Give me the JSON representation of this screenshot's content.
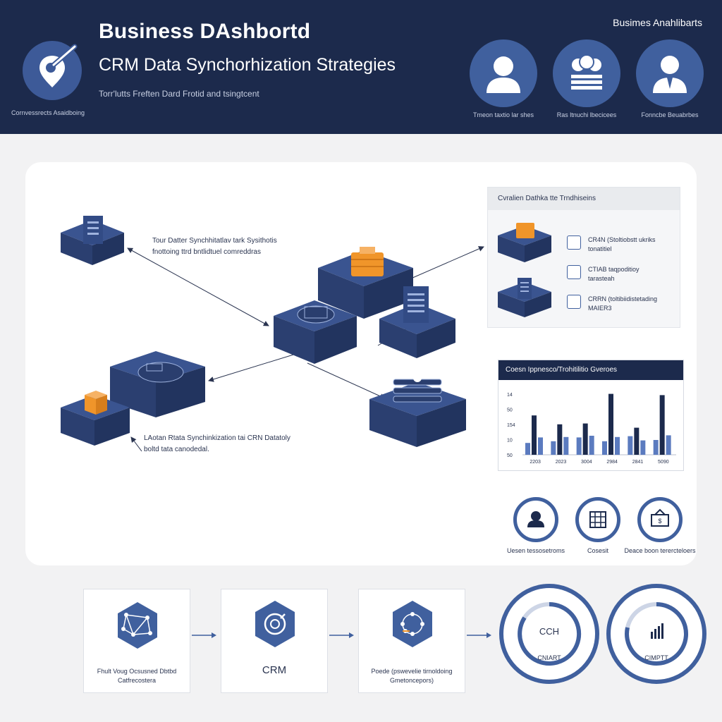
{
  "header": {
    "title": "Business DAshbortd",
    "subtitle": "CRM Data Synchorhization Strategies",
    "tagline": "Torr'lutts Freften Dard Frotid  and tsingtcent",
    "caption": "Cornvessrects Asaidboing",
    "right_title": "Busimes Anahlibarts",
    "personas": [
      {
        "label": "Tmeon taxtio lar shes",
        "icon": "person-icon"
      },
      {
        "label": "Ras ltnuchi lbecicees",
        "icon": "team-icon"
      },
      {
        "label": "Fonncbe Beuabrbes",
        "icon": "executive-icon"
      }
    ]
  },
  "diagram": {
    "annotation_top": [
      "Tour  Datter Synchhitatlav  tark Sysithotis",
      "fnottoing ttrd bntlidtuel comreddras"
    ],
    "annotation_bottom": [
      "LAotan Rtata Synchinkization tai CRN Datatoly",
      "boltd tata canodedal."
    ]
  },
  "mini_card": {
    "title": "Cvralien Dathka tte Trndhiseins",
    "items": [
      {
        "icon": "lightbulb-icon",
        "text": [
          "CR4N (Stoltiobstt ukriks",
          "tonatitiel"
        ]
      },
      {
        "icon": "chart-icon",
        "text": [
          "CTIAB taqpoditioy",
          "tarasteah"
        ]
      },
      {
        "icon": "table-icon",
        "text": [
          "CRRN (toltibiidistetading",
          "MAIER3"
        ]
      }
    ]
  },
  "chart_data": {
    "type": "bar",
    "title": "Coesn  Ippnesco/Trohitilitio  Gveroes",
    "categories": [
      "2203",
      "2023",
      "3004",
      "2984",
      "2841",
      "5090"
    ],
    "series": [
      {
        "name": "",
        "values": [
          10.8,
          11.2,
          12.1,
          11.2,
          12.4,
          11.5
        ]
      },
      {
        "name": "",
        "values": [
          17.3,
          15.2,
          15.4,
          22.4,
          14.4,
          22.1
        ]
      },
      {
        "name": "",
        "values": [
          12.1,
          12.2,
          12.5,
          12.2,
          11.4,
          12.6
        ]
      }
    ],
    "y_ticks": [
      "14",
      "50",
      "154",
      "10",
      "50"
    ],
    "colors": [
      "#5b7bbf",
      "#1c2a4c"
    ]
  },
  "mini_circles": [
    {
      "label": "Uesen tessosetroms",
      "icon": "user-icon"
    },
    {
      "label": "Cosesit",
      "icon": "grid-icon"
    },
    {
      "label": "Deace boon terercteloers",
      "icon": "money-icon"
    }
  ],
  "flow": [
    {
      "label": [
        "Fhult Voug  Ocsusned  Dbtbd",
        "Catfrecostera"
      ],
      "icon": "network-icon"
    },
    {
      "label": [
        "CRM"
      ],
      "icon": "crm-icon"
    },
    {
      "label": [
        "Poede (pswevelie tirnoldoing",
        "Gmetoncepors)"
      ],
      "icon": "hub-icon"
    }
  ],
  "rings": [
    {
      "center": "CCH",
      "label": "CNIART",
      "icon": "ring-icon"
    },
    {
      "center": "",
      "label": "CIMPTT",
      "icon": "bar-chart-icon"
    }
  ],
  "colors": {
    "navy": "#1c2a4c",
    "blue": "#40609e",
    "orange": "#f0952a",
    "block_top": "#3a5490",
    "block_side": "#273b69"
  }
}
